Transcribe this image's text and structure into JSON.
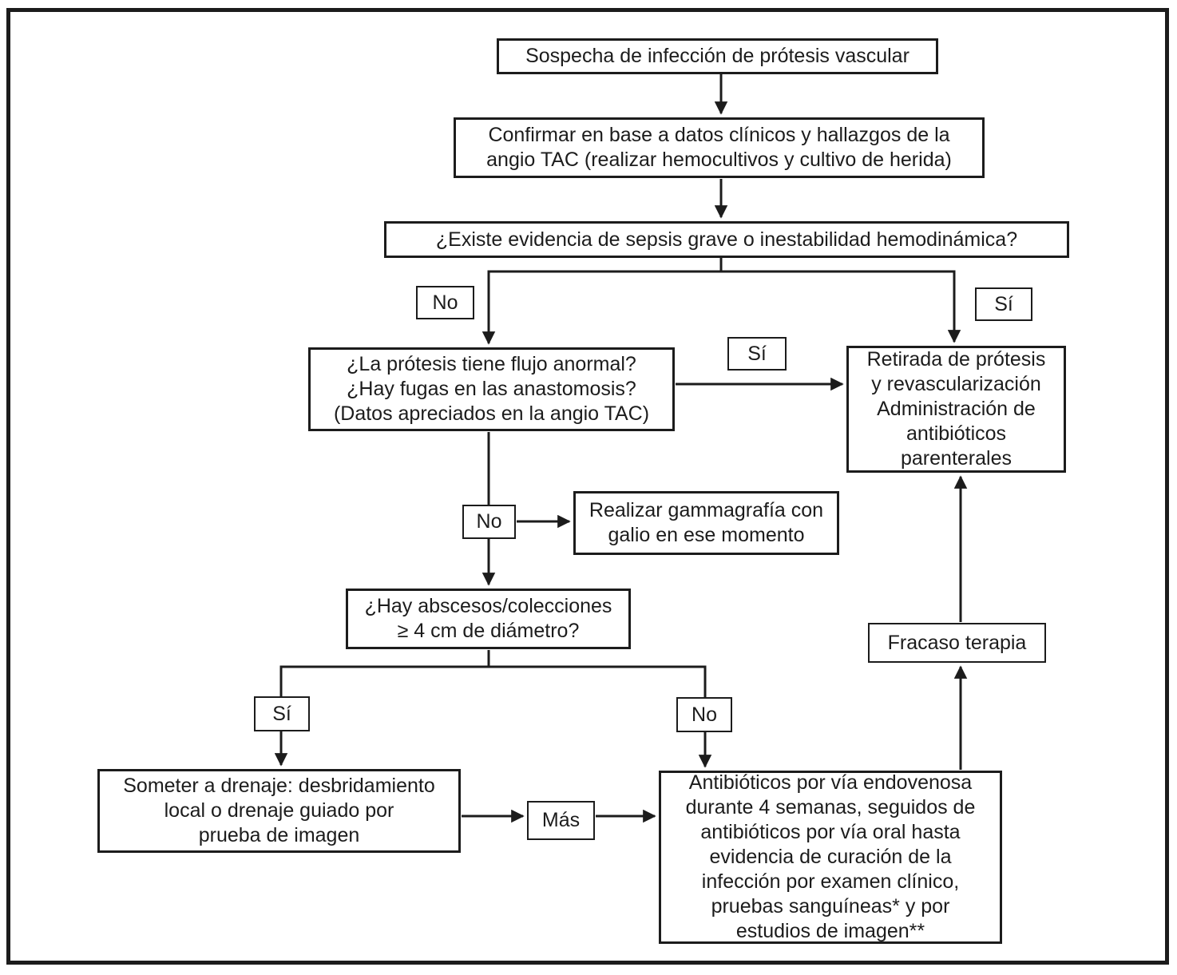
{
  "flowchart": {
    "nodes": {
      "sospecha": "Sospecha de infección de prótesis vascular",
      "confirmar": [
        "Confirmar en base a datos clínicos y hallazgos de la",
        "angio TAC (realizar hemocultivos y cultivo de herida)"
      ],
      "sepsis": "¿Existe evidencia de sepsis grave o inestabilidad hemodinámica?",
      "protesis": [
        "¿La prótesis tiene flujo anormal?",
        "¿Hay fugas en las anastomosis?",
        "(Datos apreciados en la angio TAC)"
      ],
      "retirada": [
        "Retirada de prótesis",
        "y revascularización",
        "Administración de",
        "antibióticos",
        "parenterales"
      ],
      "gammagrafia": [
        "Realizar gammagrafía con",
        "galio en ese momento"
      ],
      "abscesos": [
        "¿Hay abscesos/colecciones",
        "≥ 4 cm de diámetro?"
      ],
      "someter": [
        "Someter a drenaje: desbridamiento",
        "local o drenaje guiado por",
        "prueba de imagen"
      ],
      "antibioticos": [
        "Antibióticos por vía endovenosa",
        "durante 4 semanas, seguidos de",
        "antibióticos por vía oral hasta",
        "evidencia de curación de la",
        "infección por examen clínico,",
        "pruebas sanguíneas* y por",
        "estudios de imagen**"
      ],
      "fracaso": "Fracaso terapia"
    },
    "branch_labels": {
      "sepsis_no": "No",
      "sepsis_si": "Sí",
      "protesis_si": "Sí",
      "protesis_no": "No",
      "abscesos_si": "Sí",
      "abscesos_no": "No",
      "mas": "Más"
    },
    "colors": {
      "line": "#1c1c1c",
      "background": "#ffffff"
    }
  }
}
